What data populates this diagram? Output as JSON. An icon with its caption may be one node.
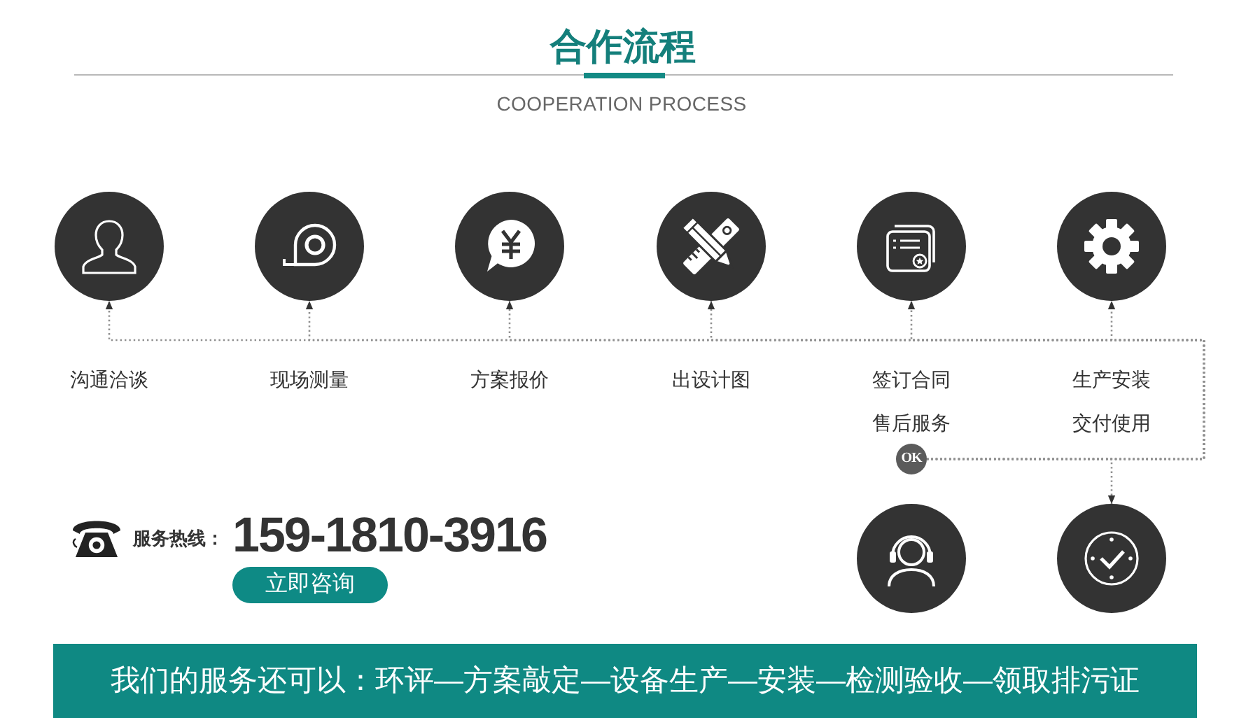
{
  "diagram": {
    "title": "合作流程",
    "nodes": [
      {
        "text": [],
        "shape": "circle",
        "beside": [
          "沟通洽谈"
        ]
      },
      {
        "text": [],
        "shape": "circle",
        "beside": [
          "现场测量"
        ]
      },
      {
        "text": [],
        "shape": "circle",
        "beside": [
          "方案报价"
        ]
      },
      {
        "text": [],
        "shape": "circle",
        "beside": [
          "出设计图"
        ]
      },
      {
        "text": [],
        "shape": "circle",
        "beside": [
          "签订合同"
        ]
      },
      {
        "text": [],
        "shape": "circle",
        "beside": [
          "生产安装"
        ]
      },
      {
        "text": [
          "OK"
        ],
        "beside": [
          "售后服务"
        ]
      },
      {
        "text": [],
        "shape": "circle"
      },
      {
        "text": [],
        "shape": "circle",
        "beside": [
          "交付使用"
        ]
      },
      {
        "text": [
          "立即咨询"
        ]
      },
      {
        "text": [
          "我们的服务还可以：环评—方案敲定—设备生产—安装—检测验收—领取排污证"
        ]
      }
    ],
    "edges": [
      {
        "from": 6,
        "to": 0,
        "arrow": "to",
        "style": "dashed"
      },
      {
        "from": 6,
        "to": 1,
        "arrow": "to",
        "style": "dashed"
      },
      {
        "from": 6,
        "to": 2,
        "arrow": "to",
        "style": "dashed"
      },
      {
        "from": 6,
        "to": 3,
        "arrow": "to",
        "style": "dashed"
      },
      {
        "from": 6,
        "to": 4,
        "arrow": "to",
        "style": "dashed"
      },
      {
        "from": 6,
        "to": 5,
        "arrow": "to",
        "style": "dashed"
      },
      {
        "from": 6,
        "to": 8,
        "arrow": "to",
        "style": "dashed"
      }
    ],
    "labels": [
      "COOPERATION PROCESS",
      "服务热线：",
      "159-1810-3916"
    ]
  }
}
